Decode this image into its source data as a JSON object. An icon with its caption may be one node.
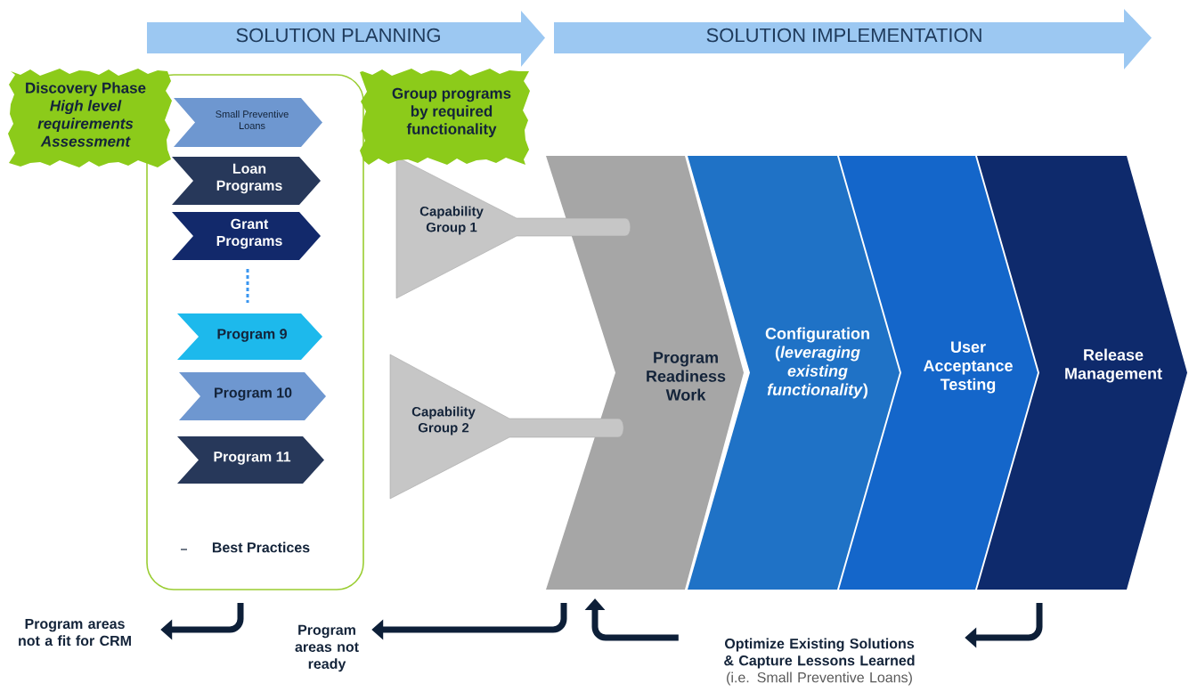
{
  "diagram": {
    "nodes": [
      {
        "text": [
          "SOLUTION PLANNING"
        ]
      },
      {
        "text": [
          "SOLUTION IMPLEMENTATION"
        ]
      },
      {
        "text": [
          "Discovery Phase",
          "High level requirements Assessment"
        ]
      },
      {
        "text": [
          "Best Practices"
        ]
      },
      {
        "text": [
          "Small Preventive Loans"
        ],
        "in": 3
      },
      {
        "text": [
          "Loan Programs"
        ],
        "in": 3
      },
      {
        "text": [
          "Grant Programs"
        ],
        "in": 3
      },
      {
        "text": [
          "Program 9"
        ],
        "in": 3
      },
      {
        "text": [
          "Program 10"
        ],
        "in": 3
      },
      {
        "text": [
          "Program 11"
        ],
        "in": 3
      },
      {
        "text": [
          "Group programs by required functionality"
        ]
      },
      {
        "text": [
          "Capability Group 1"
        ]
      },
      {
        "text": [
          "Capability Group 2"
        ]
      },
      {
        "text": [
          "Program Readiness Work"
        ]
      },
      {
        "text": [
          "Configuration (*leveraging existing functionality*)"
        ]
      },
      {
        "text": [
          "User Acceptance Testing"
        ]
      },
      {
        "text": [
          "Release Management"
        ]
      },
      {
        "text": [
          "Program areas not a fit for CRM"
        ]
      },
      {
        "text": [
          "Program areas not ready"
        ]
      },
      {
        "text": [
          "Optimize Existing Solutions & Capture Lessons Learned",
          "(i.e. Small Preventive Loans)"
        ]
      }
    ],
    "edges": [
      {
        "from": 3,
        "to": 17,
        "arrow": "to"
      },
      {
        "from": 13,
        "to": 18,
        "arrow": "to"
      },
      {
        "from": 19,
        "to": 13,
        "arrow": "to"
      },
      {
        "from": 16,
        "to": 19,
        "arrow": "to"
      }
    ]
  }
}
